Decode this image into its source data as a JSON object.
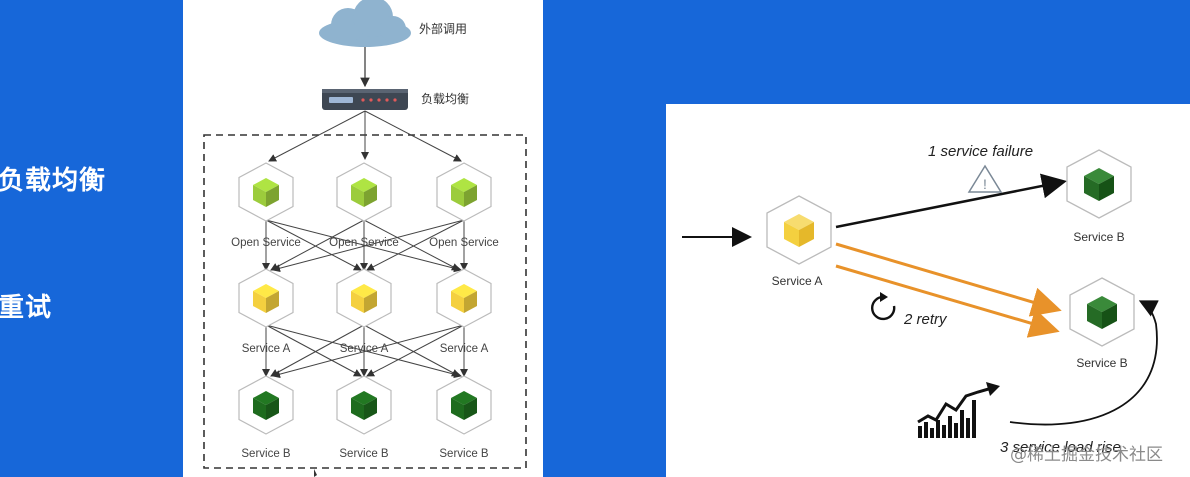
{
  "slide": {
    "items": [
      {
        "label": "负载均衡"
      },
      {
        "label": "重试"
      }
    ]
  },
  "left_diagram": {
    "external_call": "外部调用",
    "load_balancer": "负载均衡",
    "rows": [
      {
        "label": "Open Service",
        "cube_color": "#9ccc3c",
        "count": 3
      },
      {
        "label": "Service A",
        "cube_color": "#f4d03f",
        "count": 3
      },
      {
        "label": "Service B",
        "cube_color": "#1e6b1e",
        "count": 3
      }
    ]
  },
  "right_diagram": {
    "service_a": "Service A",
    "service_b_top": "Service B",
    "service_b_bottom": "Service B",
    "failure_label": "1 service failure",
    "retry_label": "2 retry",
    "spike_label": "3 service load rise",
    "colors": {
      "retry_arrow": "#e8922a",
      "main_arrow": "#111111"
    }
  },
  "watermark": "@稀土掘金技术社区"
}
